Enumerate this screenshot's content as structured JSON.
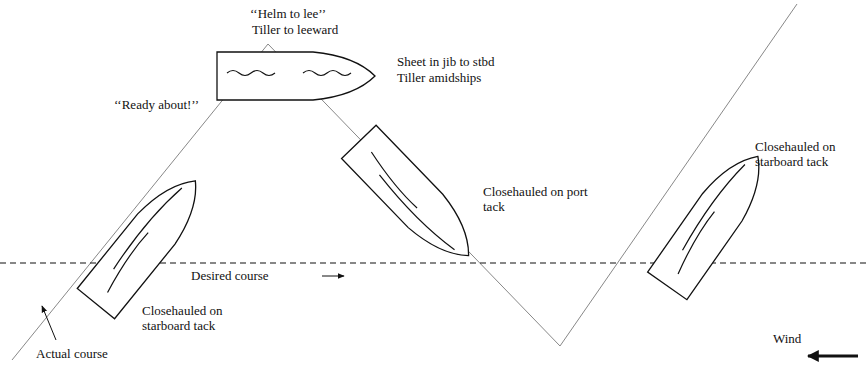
{
  "diagram": {
    "labels": [
      "‘‘Helm to lee’’",
      "Tiller to leeward",
      "Sheet in jib to stbd",
      "Tiller amidships",
      "‘‘Ready about!’’",
      "Closehauled on starboard tack",
      "Closehauled on port tack",
      "Closehauled on starboard tack",
      "Desired course",
      "Actual course",
      "Wind"
    ]
  }
}
